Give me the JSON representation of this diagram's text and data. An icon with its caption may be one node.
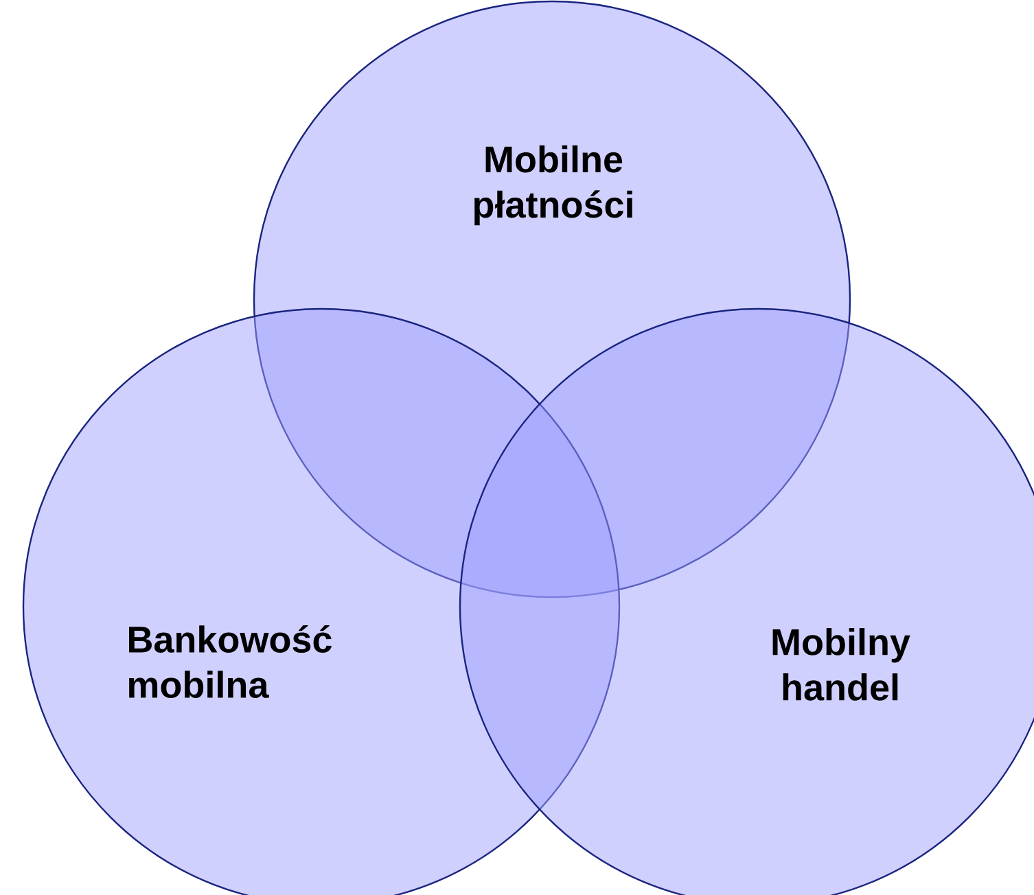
{
  "diagram": {
    "nodes": [
      {
        "text": [
          "Mobilne płatności"
        ]
      },
      {
        "text": [
          "Bankowość mobilna"
        ]
      },
      {
        "text": [
          "Mobilny handel"
        ]
      }
    ]
  }
}
